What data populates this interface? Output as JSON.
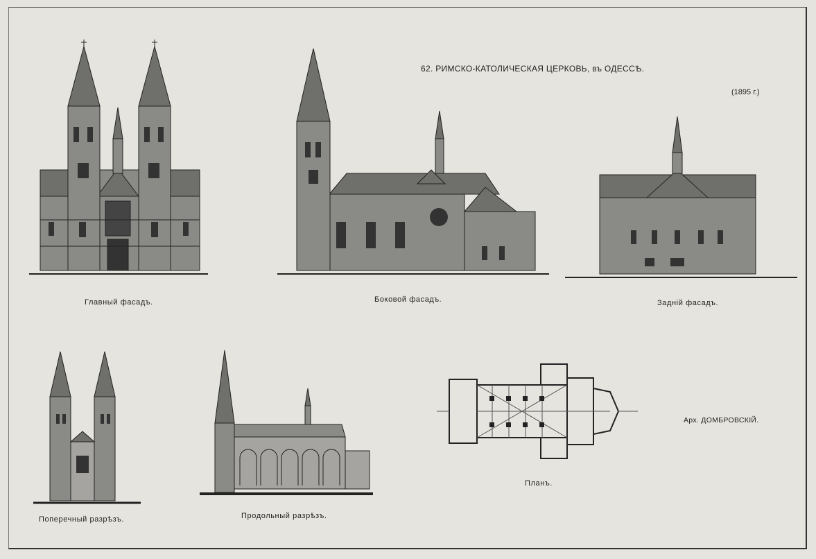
{
  "sheet": {
    "title": "62. РИМСКО-КАТОЛИЧЕСКАЯ ЦЕРКОВЬ, въ ОДЕССѢ.",
    "year": "(1895 г.)",
    "architect": "Арх. ДОМБРОВСКІЙ."
  },
  "drawings": [
    {
      "id": "main",
      "caption": "Главный фасадъ."
    },
    {
      "id": "side",
      "caption": "Боковой фасадъ."
    },
    {
      "id": "rear",
      "caption": "Заднiй фасадъ."
    },
    {
      "id": "cross",
      "caption": "Поперечный разрѣзъ."
    },
    {
      "id": "long",
      "caption": "Продольный разрѣзъ."
    },
    {
      "id": "plan",
      "caption": "Планъ."
    }
  ],
  "colors": {
    "paper": "#e6e4de",
    "ink": "#1f1f1f",
    "wall": "#8a8a86",
    "roof": "#6f6f6b"
  }
}
